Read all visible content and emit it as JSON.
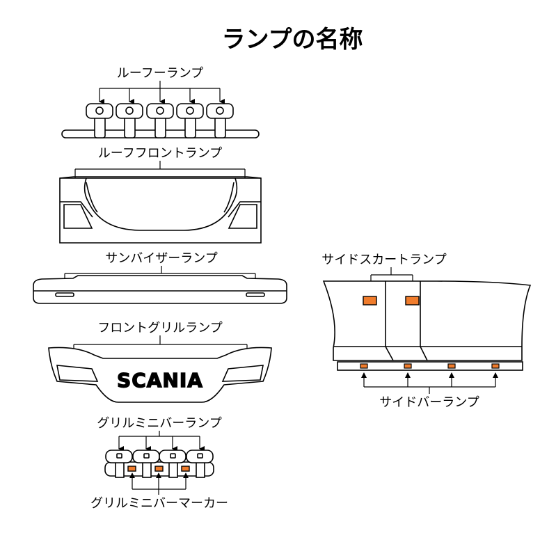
{
  "title": "ランプの名称",
  "labels": {
    "roof_lamp": "ルーフーランプ",
    "roof_front_lamp": "ルーフフロントランプ",
    "sun_visor_lamp": "サンバイザーランプ",
    "front_grill_lamp": "フロントグリルランプ",
    "grill_mini_bar_lamp": "グリルミニバーランプ",
    "grill_mini_bar_marker": "グリルミニバーマーカー",
    "side_skirt_lamp": "サイドスカートランプ",
    "side_bar_lamp": "サイドバーランプ"
  },
  "logo_text": "SCANIA",
  "colors": {
    "line": "#000000",
    "marker_orange": "#f07c2c",
    "background": "#ffffff"
  }
}
